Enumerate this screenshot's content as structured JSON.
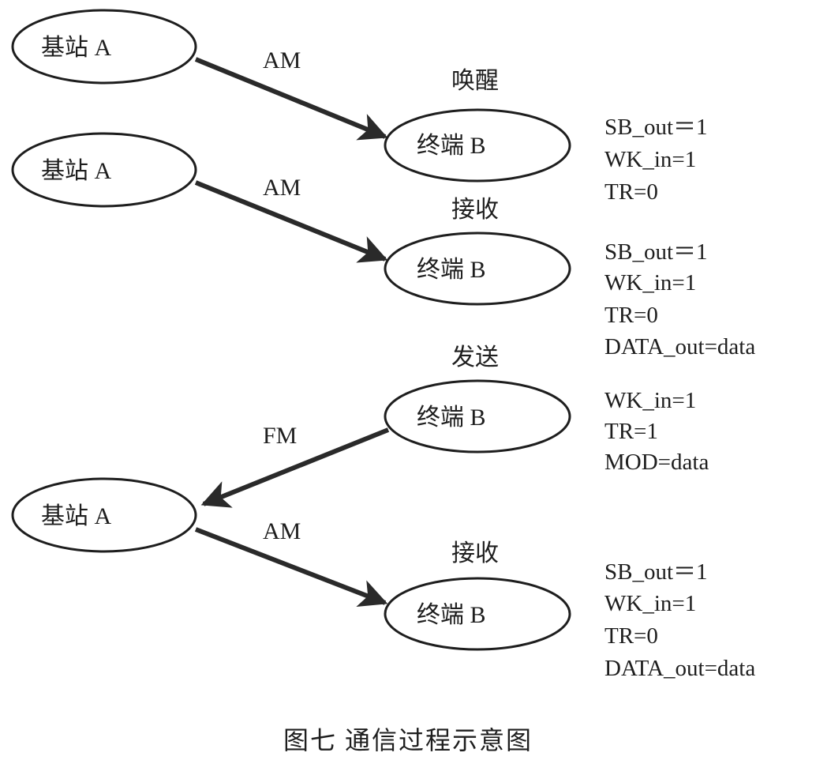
{
  "nodes": {
    "station_label": "基站 A",
    "terminal_label": "终端 B"
  },
  "edges": {
    "am": "AM",
    "fm": "FM"
  },
  "steps": [
    {
      "title": "唤醒",
      "state": [
        "SB_out＝1",
        "WK_in=1",
        "TR=0"
      ]
    },
    {
      "title": "接收",
      "state": [
        "SB_out＝1",
        "WK_in=1",
        "TR=0",
        "DATA_out=data"
      ]
    },
    {
      "title": "发送",
      "state": [
        "WK_in=1",
        "TR=1",
        "MOD=data"
      ]
    },
    {
      "title": "接收",
      "state": [
        "SB_out＝1",
        "WK_in=1",
        "TR=0",
        "DATA_out=data"
      ]
    }
  ],
  "caption": "图七  通信过程示意图"
}
